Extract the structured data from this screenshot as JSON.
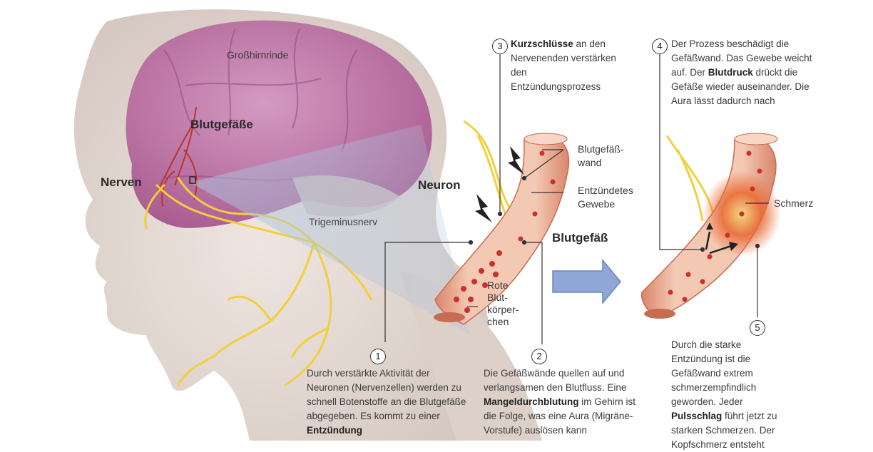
{
  "labels": {
    "cortex": "Großhirnrinde",
    "vessels": "Blutgefäße",
    "nerves": "Nerven",
    "trigeminal": "Trigeminusnerv",
    "neuron": "Neuron",
    "vessel_wall": "Blutgefäß-\nwand",
    "inflamed_tissue": "Entzündetes\nGewebe",
    "blood_vessel": "Blutgefäß",
    "red_cells": "Rote\nBlut-\nkörper-\nchen",
    "pain": "Schmerz"
  },
  "steps": [
    {
      "number": "1",
      "pre": "Durch verstärkte Aktivität der Neuronen (Nervenzellen) werden zu schnell Botenstoffe an die Blutgefäße abgegeben. Es kommt zu einer ",
      "bold": "Entzündung",
      "post": ""
    },
    {
      "number": "2",
      "pre": "Die Gefäßwände quellen auf und verlangsamen den Blutfluss. Eine ",
      "bold": "Mangeldurchblutung",
      "post": " im Gehirn ist die Folge, was eine Aura (Migräne-Vorstufe) auslösen kann"
    },
    {
      "number": "3",
      "pre": "",
      "bold": "Kurzschlüsse",
      "post": " an den Nervenenden verstärken den Entzündungsprozess"
    },
    {
      "number": "4",
      "pre": "Der Prozess beschädigt die Gefäßwand. Das Gewebe weicht auf. Der ",
      "bold": "Blutdruck",
      "post": " drückt die Gefäße wieder auseinander. Die Aura lässt dadurch nach"
    },
    {
      "number": "5",
      "pre": "Durch die starke Entzündung ist die Gefäßwand extrem schmerzempfindlich geworden. Jeder ",
      "bold": "Pulsschlag",
      "post": " führt jetzt zu starken Schmerzen. Der Kopfschmerz entsteht"
    }
  ],
  "colors": {
    "brain": "#b5619a",
    "skin": "#e7dcd6",
    "nerve": "#f2cf3c",
    "vessel_wall": "#e8a98a",
    "blood_cell": "#c8322e",
    "inflammation": "#e2502a",
    "arrow": "#8fa6d6"
  }
}
